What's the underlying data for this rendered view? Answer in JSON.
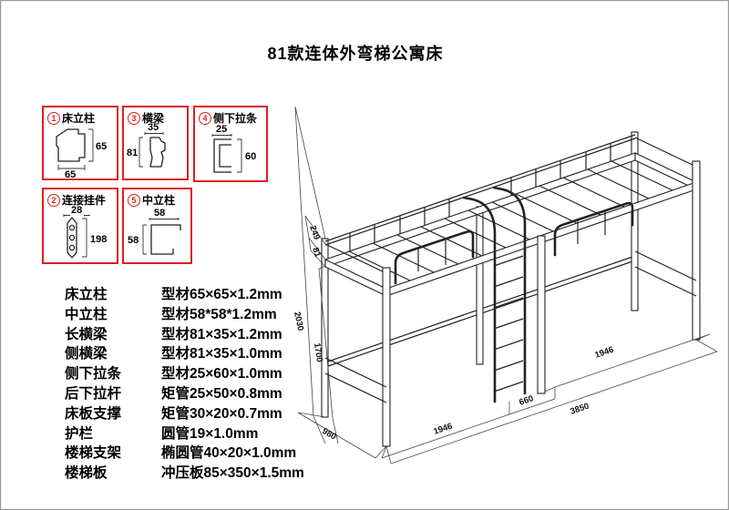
{
  "title": "81款连体外弯梯公寓床",
  "detail_boxes": [
    {
      "num": "1",
      "label": "床立柱",
      "dim_right": "65",
      "dim_bottom": "65"
    },
    {
      "num": "3",
      "label": "横梁",
      "dim_top": "35",
      "dim_left": "81"
    },
    {
      "num": "4",
      "label": "侧下拉条",
      "dim_top": "25",
      "dim_right": "60"
    },
    {
      "num": "2",
      "label": "连接挂件",
      "dim_top": "28",
      "dim_right": "198"
    },
    {
      "num": "5",
      "label": "中立柱",
      "dim_top": "58",
      "dim_left": "58"
    }
  ],
  "specs": [
    {
      "name": "床立柱",
      "value": "型材65×65×1.2mm"
    },
    {
      "name": "中立柱",
      "value": "型材58*58*1.2mm"
    },
    {
      "name": "长横梁",
      "value": "型材81×35×1.2mm"
    },
    {
      "name": "侧横梁",
      "value": "型材81×35×1.0mm"
    },
    {
      "name": "侧下拉条",
      "value": "型材25×60×1.0mm"
    },
    {
      "name": "后下拉杆",
      "value": "矩管25×50×0.8mm"
    },
    {
      "name": "床板支撑",
      "value": "矩管30×20×0.7mm"
    },
    {
      "name": "护栏",
      "value": "圆管19×1.0mm"
    },
    {
      "name": "楼梯支架",
      "value": "椭圆管40×20×1.0mm"
    },
    {
      "name": "楼梯板",
      "value": "冲压板85×350×1.5mm"
    }
  ],
  "drawing": {
    "dimensions": {
      "height_total": "2030",
      "height_under": "1700",
      "rail_height": "249",
      "beam_height": "81",
      "depth": "980",
      "bay_left": "1946",
      "bay_right": "1946",
      "ladder_offset": "660",
      "length_total": "3850"
    }
  },
  "colors": {
    "accent_red": "#dd1f1f",
    "line": "#222222",
    "frame": "#9a9a9a"
  }
}
